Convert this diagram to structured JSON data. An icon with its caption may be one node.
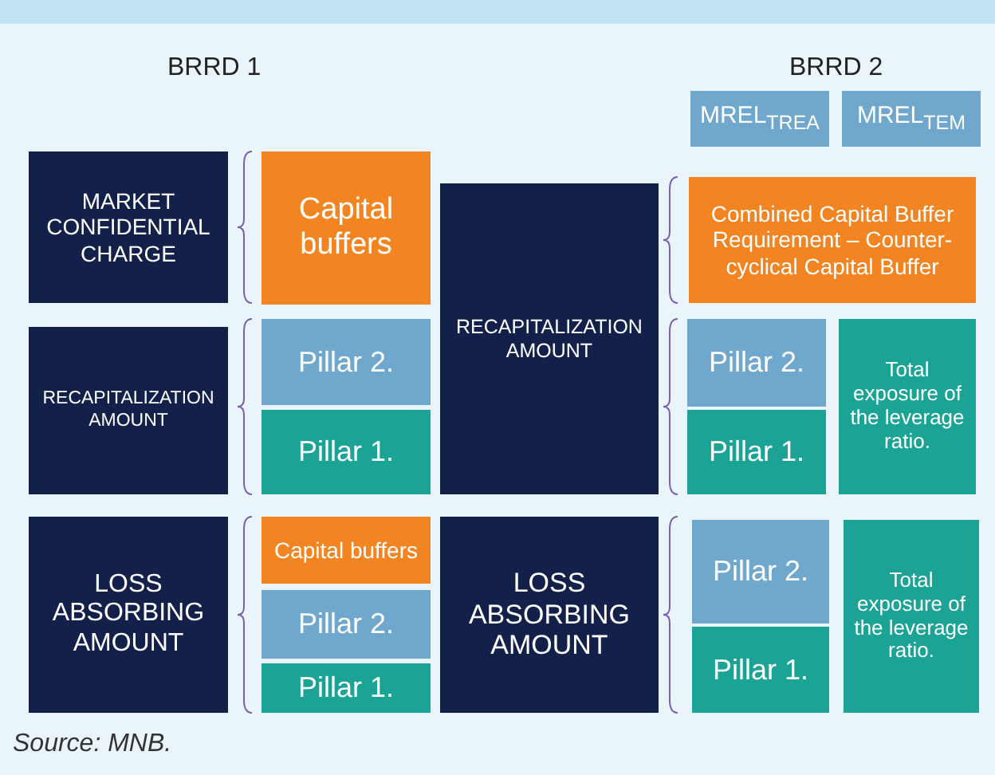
{
  "diagram": {
    "caption": "Source: MNB.",
    "labels": [
      "BRRD 1",
      "BRRD 2"
    ],
    "nodes": [
      {
        "text": [
          "MREL$_{TREA}$"
        ]
      },
      {
        "text": [
          "MREL$_{TEM}$"
        ]
      },
      {
        "text": [
          "MARKET CONFIDENTIAL CHARGE"
        ]
      },
      {
        "text": [
          "Capital buffers"
        ]
      },
      {
        "text": [
          "RECAPITALIZATION AMOUNT"
        ]
      },
      {
        "text": [
          "Combined Capital Buffer Requirement – Counter-cyclical Capital Buffer"
        ]
      },
      {
        "text": [
          "RECAPITALIZATION AMOUNT"
        ]
      },
      {
        "text": [
          "Pillar 2."
        ]
      },
      {
        "text": [
          "Pillar 2."
        ]
      },
      {
        "text": [
          "Total exposure of the leverage ratio."
        ]
      },
      {
        "text": [
          "Pillar 1."
        ]
      },
      {
        "text": [
          "Pillar 1."
        ]
      },
      {
        "text": [
          "LOSS ABSORBING AMOUNT"
        ]
      },
      {
        "text": [
          "Capital buffers"
        ]
      },
      {
        "text": [
          "LOSS ABSORBING AMOUNT"
        ]
      },
      {
        "text": [
          "Pillar 2."
        ]
      },
      {
        "text": [
          "Pillar 2."
        ]
      },
      {
        "text": [
          "Total exposure of the leverage ratio."
        ]
      },
      {
        "text": [
          "Pillar 1."
        ]
      },
      {
        "text": [
          "Pillar 1."
        ]
      }
    ]
  }
}
